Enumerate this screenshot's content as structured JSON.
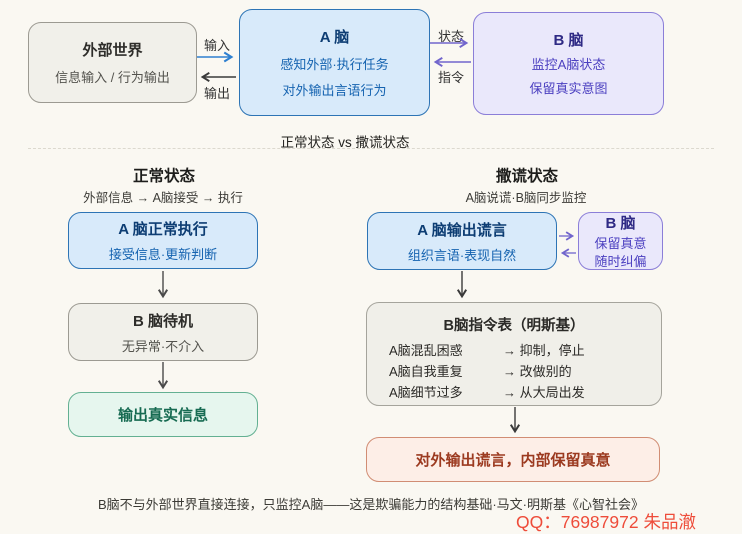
{
  "top": {
    "world_box": {
      "title": "外部世界",
      "subtitle": "信息输入 / 行为输出"
    },
    "a_box": {
      "title": "A 脑",
      "line1": "感知外部·执行任务",
      "line2": "对外输出言语行为"
    },
    "b_box": {
      "title": "B 脑",
      "line1": "监控A脑状态",
      "line2": "保留真实意图"
    },
    "arrow_labels": {
      "input": "输入",
      "output": "输出",
      "state": "状态",
      "command": "指令"
    },
    "vs_caption": "正常状态 vs 撒谎状态"
  },
  "normal": {
    "heading": "正常状态",
    "subheading": "外部信息 → A脑接受 → 执行",
    "step1": {
      "title": "A 脑正常执行",
      "subtitle": "接受信息·更新判断"
    },
    "step2": {
      "title": "B 脑待机",
      "subtitle": "无异常·不介入"
    },
    "step3": {
      "title": "输出真实信息"
    }
  },
  "lying": {
    "heading": "撒谎状态",
    "subheading": "A脑说谎·B脑同步监控",
    "step1": {
      "title": "A 脑输出谎言",
      "subtitle": "组织言语·表现自然"
    },
    "monitor": {
      "title": "B 脑",
      "line1": "保留真意",
      "line2": "随时纠偏"
    },
    "table": {
      "title": "B脑指令表（明斯基）",
      "rows": [
        {
          "condition": "A脑混乱困惑",
          "action": "→ 抑制，停止"
        },
        {
          "condition": "A脑自我重复",
          "action": "→ 改做别的"
        },
        {
          "condition": "A脑细节过多",
          "action": "→ 从大局出发"
        }
      ]
    },
    "result": {
      "title": "对外输出谎言，内部保留真意"
    }
  },
  "footer": {
    "note": "B脑不与外部世界直接连接，只监控A脑——这是欺骗能力的结构基础·马文·明斯基《心智社会》",
    "watermark": "QQ：76987972 朱品澈"
  },
  "colors": {
    "background": "#faf8f2",
    "blue_accent": "#2d74b5",
    "purple_accent": "#8b7ed8",
    "green_accent": "#63b092",
    "pink_accent": "#d18d74",
    "arrow_blue": "#2e7fd0",
    "arrow_purple": "#7165cc",
    "arrow_dark": "#4a4a4a",
    "watermark_red": "#ee4c3a"
  }
}
